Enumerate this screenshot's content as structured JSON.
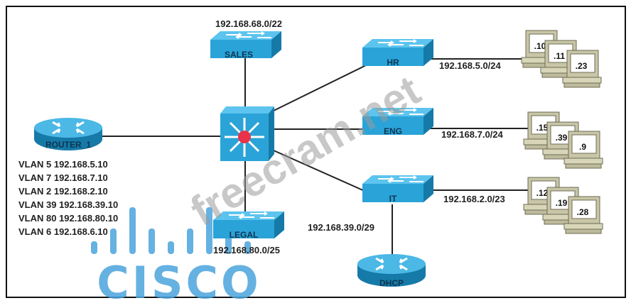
{
  "diagram": {
    "devices": {
      "sales": {
        "name": "SALES",
        "subnet": "192.168.68.0/22"
      },
      "hr": {
        "name": "HR",
        "subnet": "192.168.5.0/24",
        "hosts": [
          ".10",
          ".11",
          ".23"
        ]
      },
      "eng": {
        "name": "ENG",
        "subnet": "192.168.7.0/24",
        "hosts": [
          ".15",
          ".39",
          ".9"
        ]
      },
      "it": {
        "name": "IT",
        "subnet": "192.168.2.0/23",
        "hosts": [
          ".12",
          ".19",
          ".28"
        ]
      },
      "legal": {
        "name": "LEGAL",
        "subnet": "192.168.80.0/25"
      },
      "dhcp": {
        "name": "DHCP",
        "subnet": "192.168.39.0/29"
      },
      "router": {
        "name": "ROUTER_1"
      }
    },
    "router_vlans": [
      "VLAN 5 192.168.5.10",
      "VLAN 7 192.168.7.10",
      "VLAN 2 192.168.2.10",
      "VLAN 39 192.168.39.10",
      "VLAN 80 192.168.80.10",
      "VLAN 6 192.168.6.10"
    ],
    "watermark": "freecram.net",
    "logo": "CISCO",
    "colors": {
      "device": "#2aa3d8",
      "device_dark": "#157aa8",
      "core_center": "#e8334a",
      "logo": "#4aa3dc",
      "pc": "#c8c6a6"
    }
  }
}
